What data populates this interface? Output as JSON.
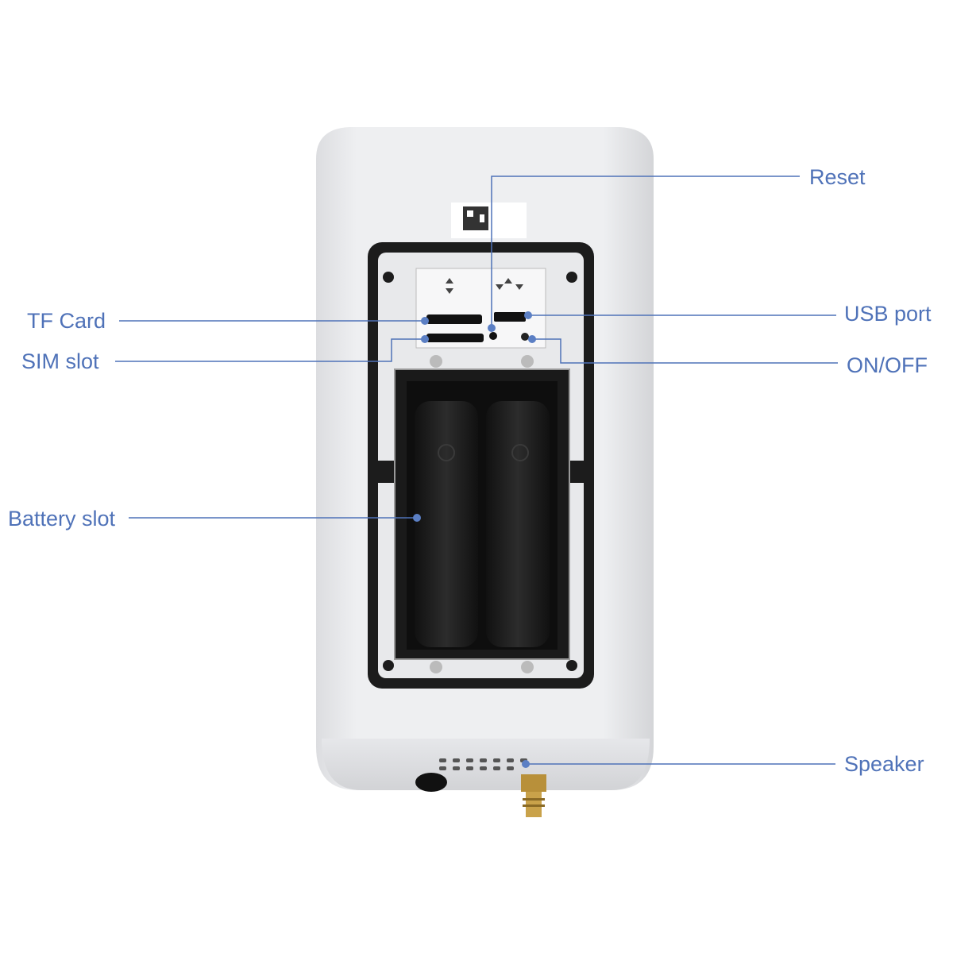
{
  "labels": {
    "reset": "Reset",
    "tf_card": "TF Card",
    "usb_port": "USB port",
    "sim_slot": "SIM slot",
    "on_off": "ON/OFF",
    "battery_slot": "Battery slot",
    "speaker": "Speaker"
  },
  "colors": {
    "accent": "#4f72b8",
    "body": "#e9eaec",
    "gasket": "#1c1c1c"
  }
}
